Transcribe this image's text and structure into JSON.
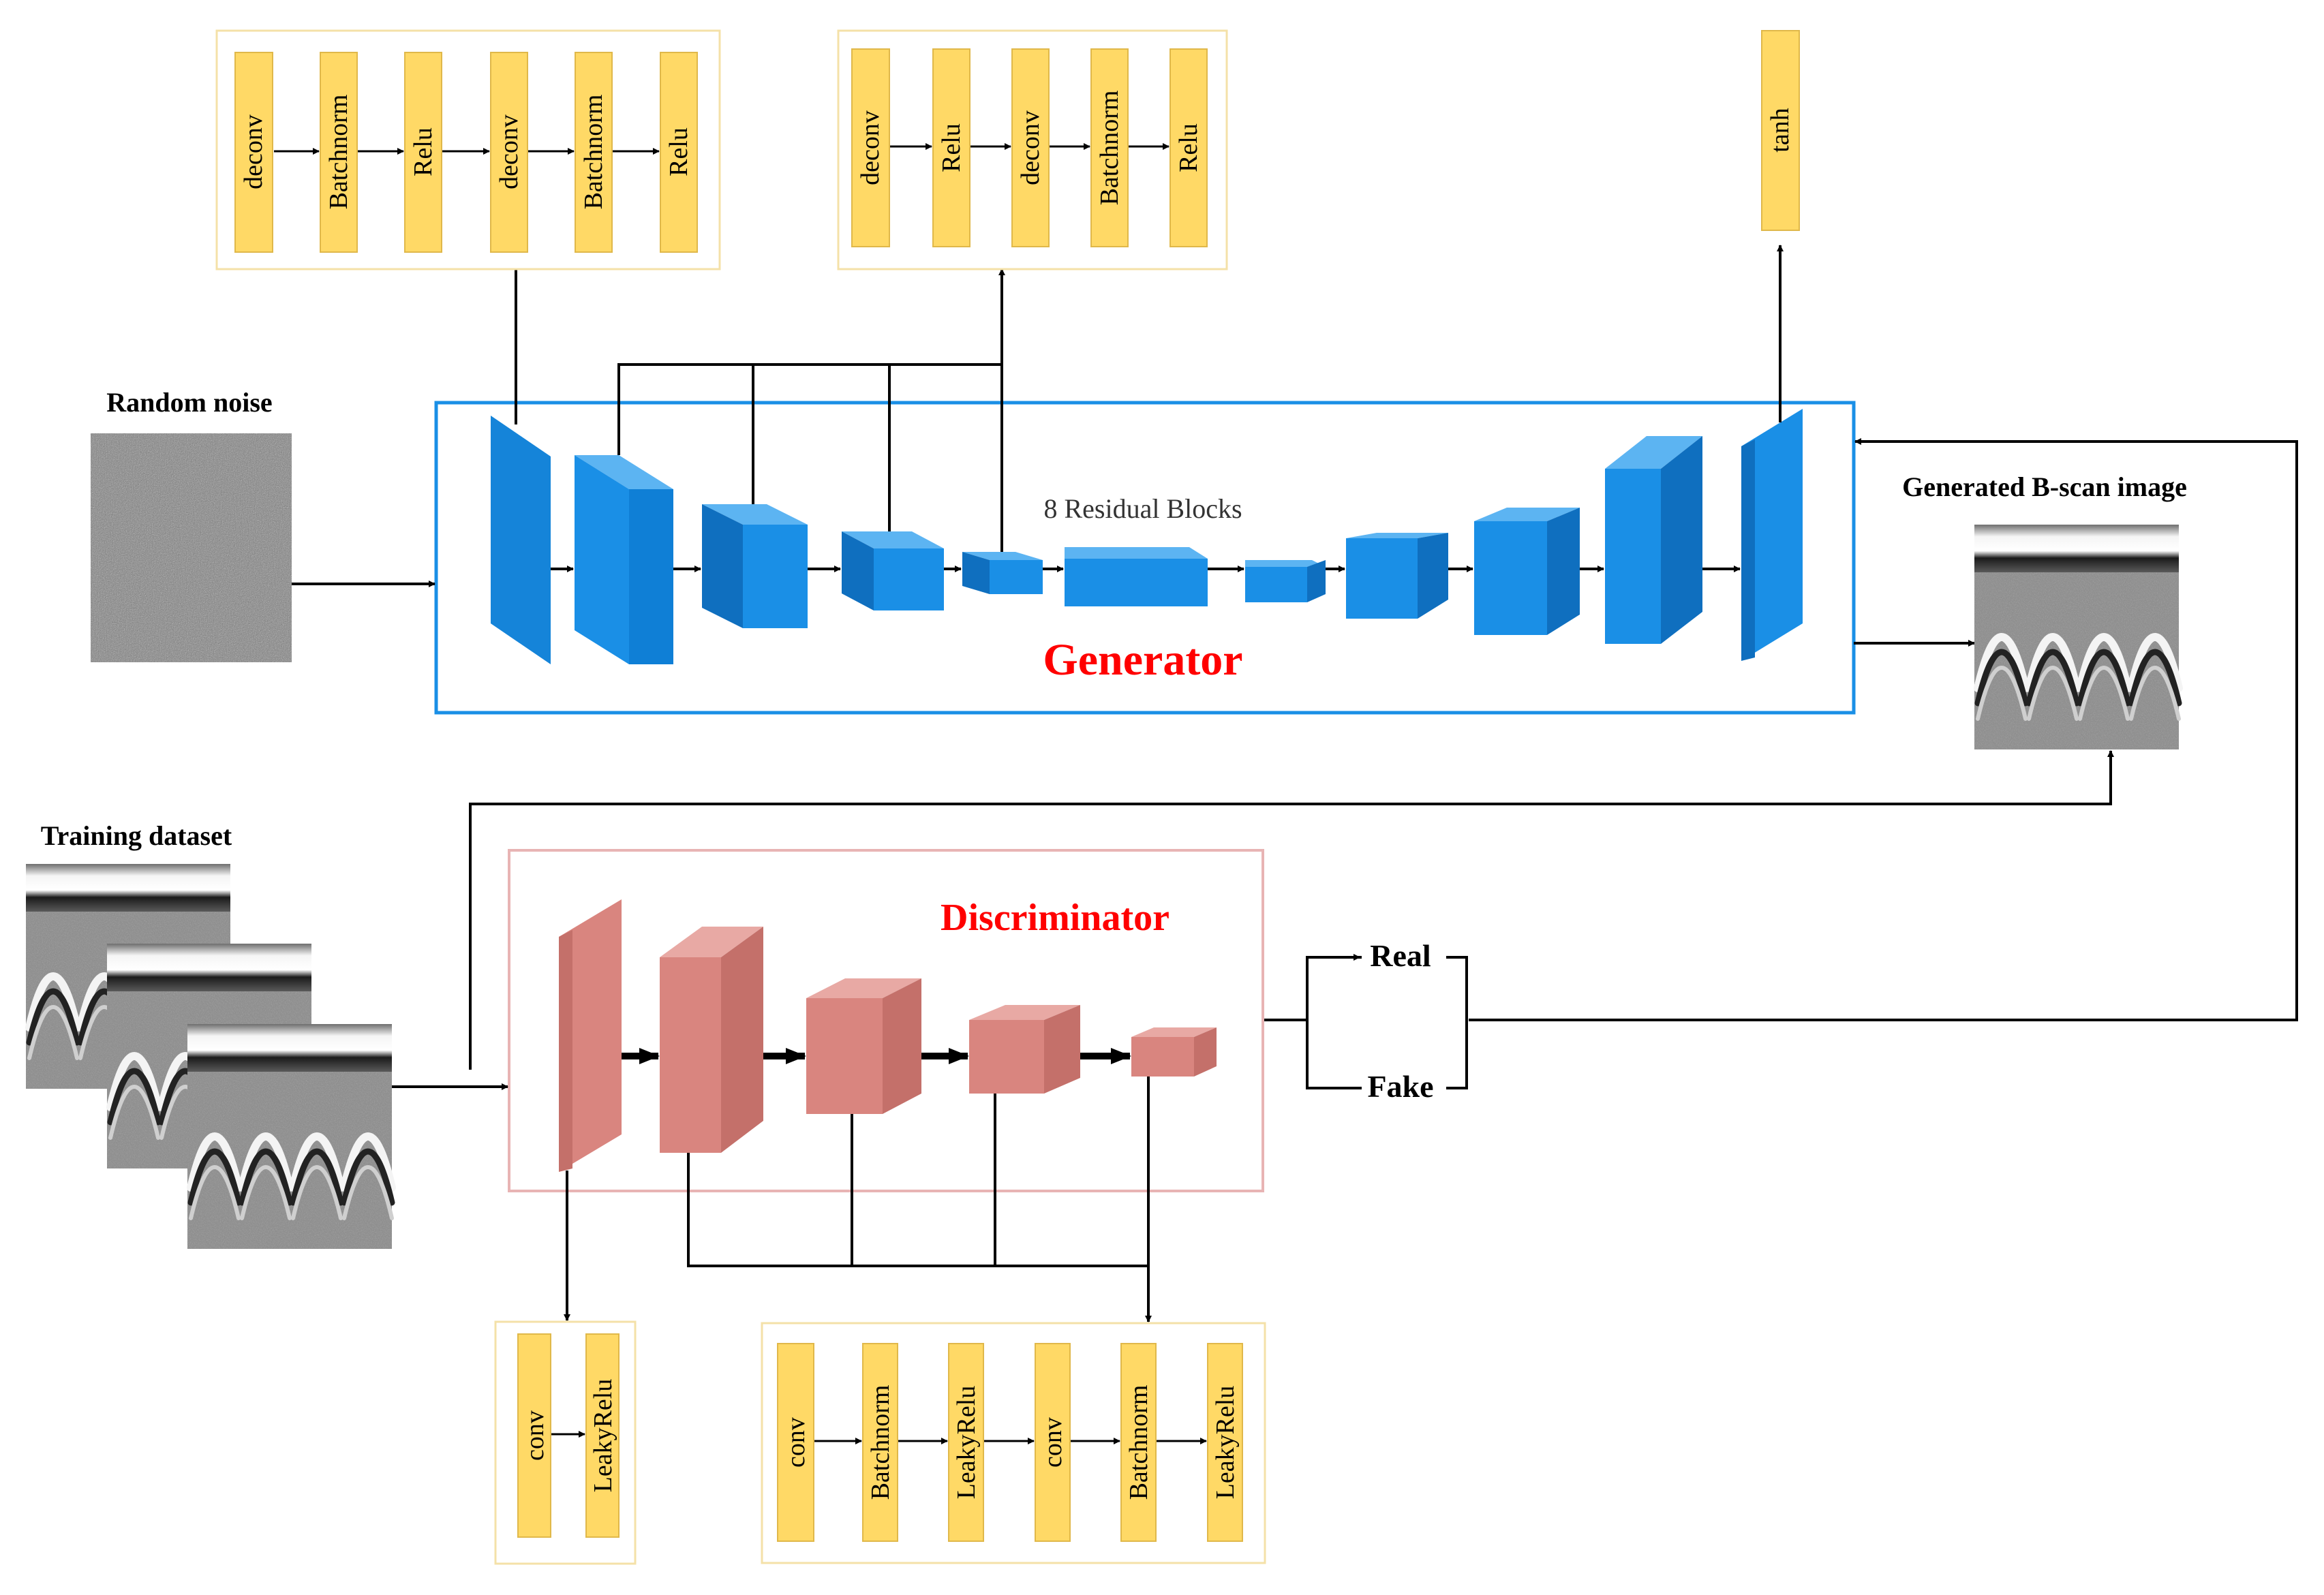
{
  "colors": {
    "generator_blue": "#1a8fe6",
    "generator_dark": "#0f6fbf",
    "generator_light": "#5cb4f2",
    "discriminator_pink": "#d9857f",
    "discriminator_dark": "#c4706a",
    "discriminator_light": "#e8a9a4",
    "layer_box_fill": "#ffd966",
    "layer_box_border": "#f4e1a8",
    "title_red": "#ff0000",
    "gen_frame": "#1a8fe6",
    "disc_frame": "#e8b4b4",
    "line": "#000000"
  },
  "generator": {
    "title": "Generator",
    "residual_label": "8 Residual Blocks",
    "detail_box_1": [
      "deconv",
      "Batchnorm",
      "Relu",
      "deconv",
      "Batchnorm",
      "Relu"
    ],
    "detail_box_2": [
      "deconv",
      "Relu",
      "deconv",
      "Batchnorm",
      "Relu"
    ],
    "output_layer": "tanh"
  },
  "discriminator": {
    "title": "Discriminator",
    "detail_box_1": [
      "conv",
      "LeakyRelu"
    ],
    "detail_box_2": [
      "conv",
      "Batchnorm",
      "LeakyRelu",
      "conv",
      "Batchnorm",
      "LeakyRelu"
    ]
  },
  "inputs": {
    "random_noise": "Random noise",
    "training_dataset": "Training dataset",
    "generated_image": "Generated B-scan image"
  },
  "outputs": {
    "real": "Real",
    "fake": "Fake"
  }
}
